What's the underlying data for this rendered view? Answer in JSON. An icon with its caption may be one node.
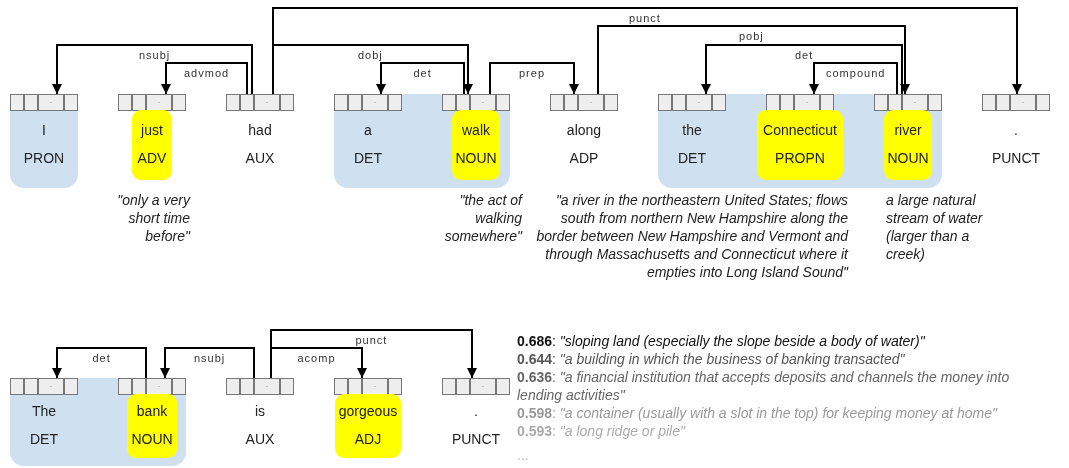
{
  "diagram": {
    "nodes": [
      {
        "text": [],
        "shape": "box"
      },
      {
        "text": [
          "-",
          "I",
          "PRON"
        ],
        "in": 0
      },
      {
        "text": [
          "-"
        ]
      },
      {
        "text": [
          "just",
          "ADV"
        ],
        "beside": [
          "\"only a very short time before\""
        ]
      },
      {
        "text": [
          "-",
          "had",
          "AUX"
        ]
      },
      {
        "text": [],
        "shape": "box"
      },
      {
        "text": [
          "-",
          "a",
          "DET"
        ],
        "in": 5
      },
      {
        "text": [
          "-"
        ],
        "in": 5
      },
      {
        "text": [
          "walk",
          "NOUN"
        ],
        "in": 5,
        "beside": [
          "\"the act of walking somewhere\""
        ]
      },
      {
        "text": [
          "-",
          "along",
          "ADP"
        ]
      },
      {
        "text": [],
        "shape": "box"
      },
      {
        "text": [
          "-",
          "the",
          "DET"
        ],
        "in": 10
      },
      {
        "text": [
          "-"
        ],
        "in": 10
      },
      {
        "text": [
          "Connecticut",
          "PROPN"
        ],
        "in": 10,
        "beside": [
          "\"a river in the northeastern United States; flows south from northern New Hampshire along the border between New Hampshire and Vermont and through Massachusetts and Connecticut where it empties into Long Island Sound\""
        ]
      },
      {
        "text": [
          "-"
        ],
        "in": 10
      },
      {
        "text": [
          "river",
          "NOUN"
        ],
        "in": 10,
        "beside": [
          "a large natural stream of water (larger than a creek)"
        ]
      },
      {
        "text": [
          "-",
          ".",
          "PUNCT"
        ]
      },
      {
        "text": [],
        "shape": "box"
      },
      {
        "text": [
          "-",
          "The",
          "DET"
        ],
        "in": 17
      },
      {
        "text": [
          "-"
        ],
        "in": 17
      },
      {
        "text": [
          "bank",
          "NOUN"
        ],
        "in": 17
      },
      {
        "text": [
          "-",
          "is",
          "AUX"
        ]
      },
      {
        "text": [
          "-"
        ]
      },
      {
        "text": [
          "gorgeous",
          "ADJ"
        ]
      },
      {
        "text": [
          "-",
          ".",
          "PUNCT"
        ]
      }
    ],
    "edges": [
      {
        "from": 4,
        "to": 1,
        "arrow": "to",
        "label": "nsubj"
      },
      {
        "from": 4,
        "to": 2,
        "arrow": "to",
        "label": "advmod"
      },
      {
        "from": 4,
        "to": 7,
        "arrow": "to",
        "label": "dobj"
      },
      {
        "from": 7,
        "to": 6,
        "arrow": "to",
        "label": "det"
      },
      {
        "from": 7,
        "to": 9,
        "arrow": "to",
        "label": "prep"
      },
      {
        "from": 4,
        "to": 16,
        "arrow": "to",
        "label": "punct"
      },
      {
        "from": 9,
        "to": 14,
        "arrow": "to",
        "label": "pobj"
      },
      {
        "from": 14,
        "to": 11,
        "arrow": "to",
        "label": "det"
      },
      {
        "from": 14,
        "to": 12,
        "arrow": "to",
        "label": "compound"
      },
      {
        "from": 19,
        "to": 18,
        "arrow": "to",
        "label": "det"
      },
      {
        "from": 21,
        "to": 19,
        "arrow": "to",
        "label": "nsubj"
      },
      {
        "from": 21,
        "to": 22,
        "arrow": "to",
        "label": "acomp"
      },
      {
        "from": 21,
        "to": 24,
        "arrow": "to",
        "label": "punct"
      }
    ],
    "labels": [
      "**0.686**: *\"sloping land (especially the slope beside a body of water)\"*",
      "**0.644**: *\"a building in which the business of banking transacted\"*",
      "**0.636**: *\"a financial institution that accepts deposits and channels the money into lending activities\"*",
      "**0.598**: *\"a container (usually with a slot in the top) for keeping money at home\"*",
      "**0.593**: *\"a long ridge or pile\"*",
      "..."
    ]
  }
}
